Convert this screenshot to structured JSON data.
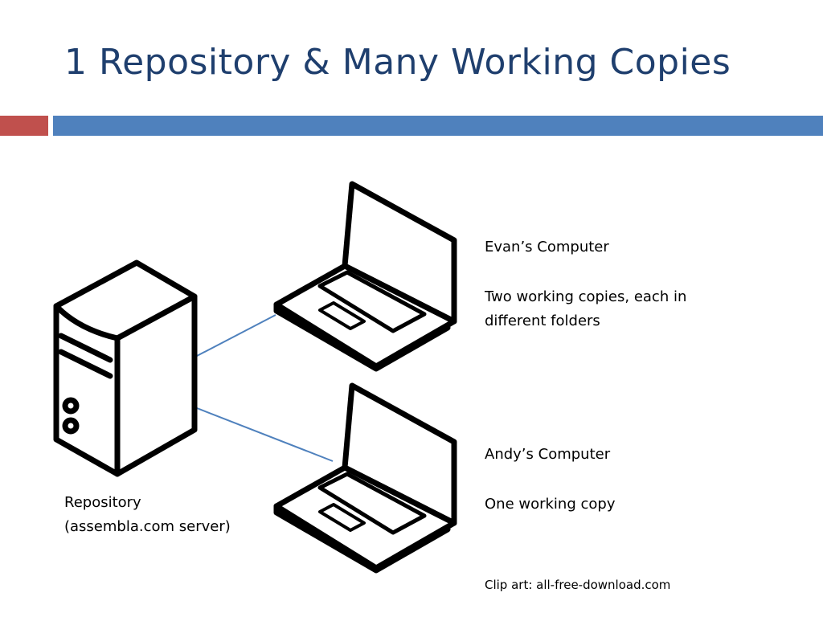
{
  "slide": {
    "title": "1 Repository & Many Working Copies"
  },
  "colors": {
    "title": "#1f3f6e",
    "accent_red": "#c0504d",
    "accent_blue": "#4f81bd",
    "connector": "#4f81bd"
  },
  "repository": {
    "icon": "server-tower-icon",
    "line1": "Repository",
    "line2": "(assembla.com server)"
  },
  "computers": [
    {
      "icon": "laptop-icon",
      "name": "Evan’s Computer",
      "desc_line1": "Two working copies, each in",
      "desc_line2": "different folders"
    },
    {
      "icon": "laptop-icon",
      "name": "Andy’s Computer",
      "desc_line1": "One working copy"
    }
  ],
  "credit": "Clip art: all-free-download.com"
}
